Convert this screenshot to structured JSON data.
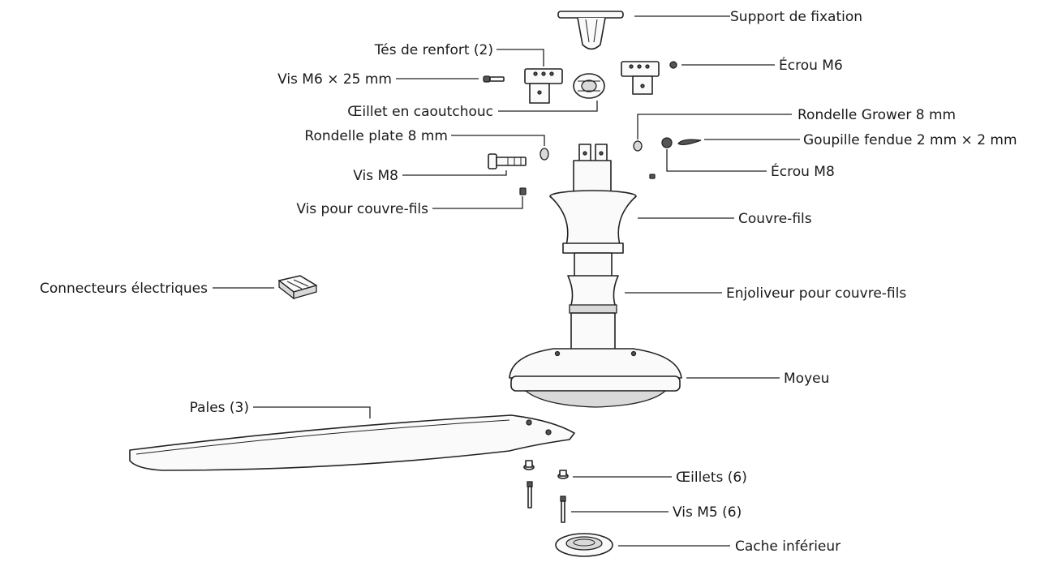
{
  "labels": {
    "support": "Support de fixation",
    "tes": "Tés de renfort (2)",
    "vis_m6": "Vis M6 × 25 mm",
    "ecrou_m6": "Écrou M6",
    "oeillet_caoutchouc": "Œillet en caoutchouc",
    "rondelle_grower": "Rondelle Grower 8 mm",
    "rondelle_plate": "Rondelle plate 8 mm",
    "goupille": "Goupille fendue 2 mm × 2 mm",
    "vis_m8": "Vis M8",
    "ecrou_m8": "Écrou M8",
    "vis_couvre_fils": "Vis pour couvre-fils",
    "couvre_fils": "Couvre-fils",
    "connecteurs": "Connecteurs électriques",
    "enjoliveur": "Enjoliveur pour couvre-fils",
    "moyeu": "Moyeu",
    "pales": "Pales (3)",
    "oeillets": "Œillets (6)",
    "vis_m5": "Vis M5 (6)",
    "cache": "Cache inférieur"
  }
}
